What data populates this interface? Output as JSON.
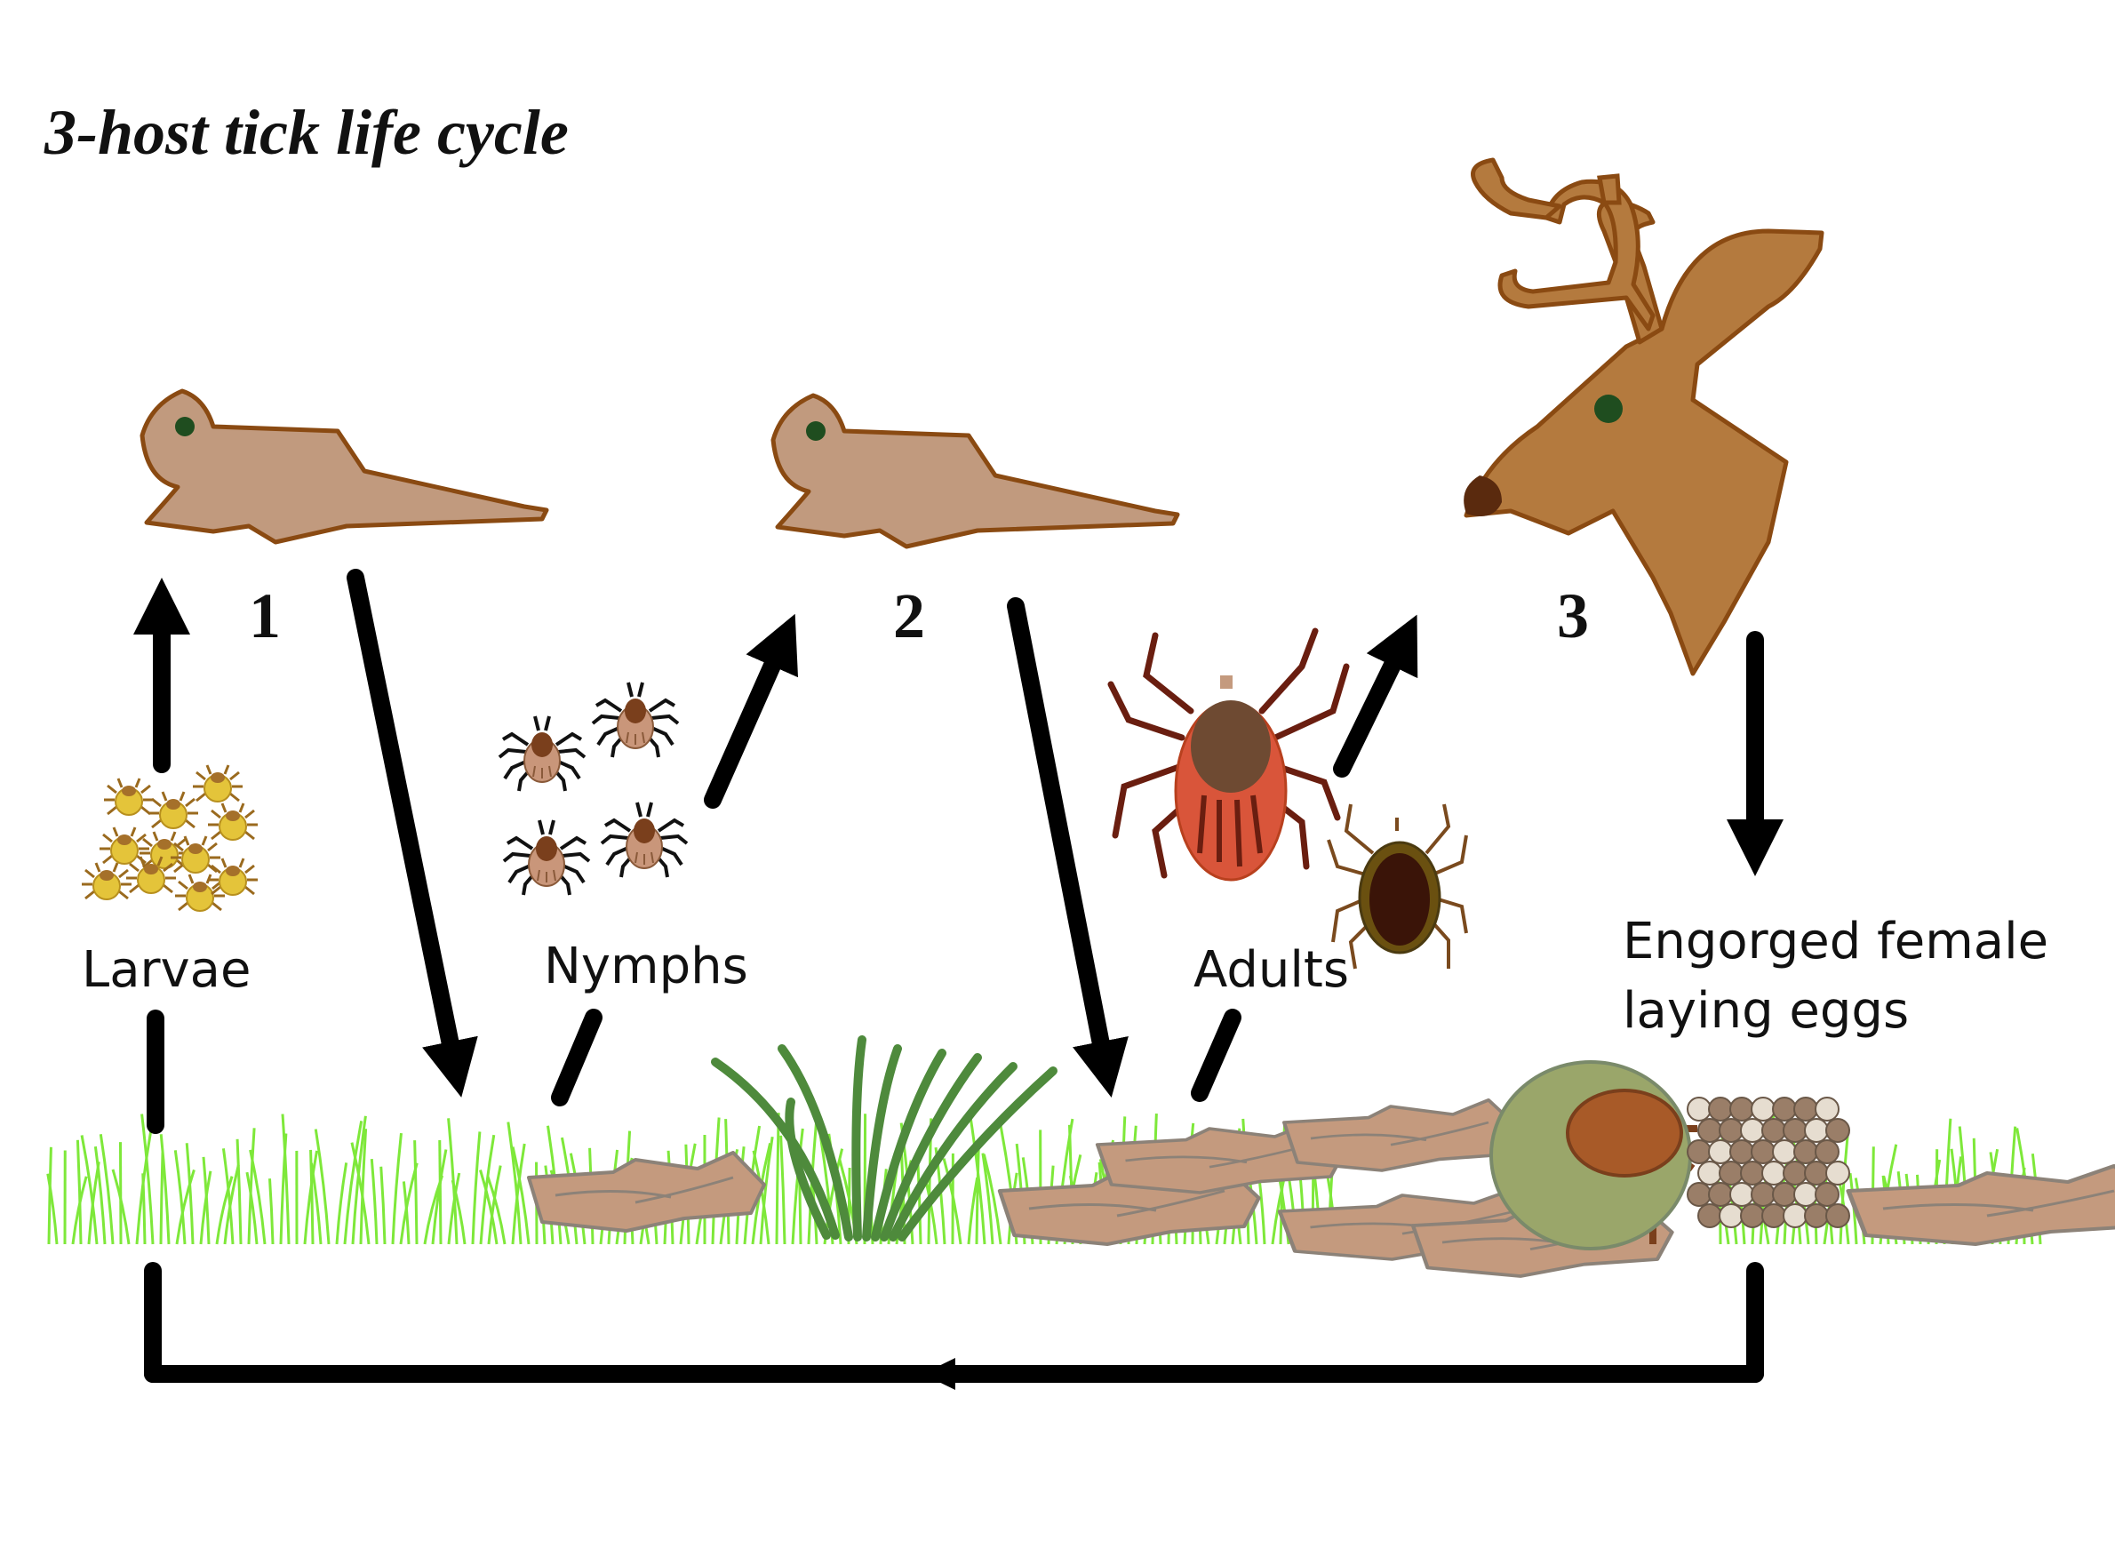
{
  "title": "3-host tick life cycle",
  "hosts": [
    {
      "number": "1",
      "animal": "rodent"
    },
    {
      "number": "2",
      "animal": "rodent"
    },
    {
      "number": "3",
      "animal": "deer"
    }
  ],
  "stages": {
    "larvae": "Larvae",
    "nymphs": "Nymphs",
    "adults": "Adults",
    "engorged_line1": "Engorged female",
    "engorged_line2": "laying eggs"
  },
  "colors": {
    "rodent_fill": "#c19a7e",
    "rodent_outline": "#8a4a12",
    "deer_fill": "#b47a3e",
    "deer_outline": "#8a4a12",
    "eye": "#1f4d1f",
    "larva_fill": "#e4c43a",
    "nymph_fill": "#c9967a",
    "adult_female_fill": "#d9553a",
    "adult_male_fill": "#3a1408",
    "grass": "#7ee83a",
    "tall_grass": "#4e8a3c",
    "leaf_litter": "#c49a7e",
    "engorged_tick": "#9aa66a",
    "eggs": "#9a7e68",
    "arrow": "#000000"
  },
  "icons": [
    "rodent-icon",
    "deer-icon",
    "larva-tick-icon",
    "nymph-tick-icon",
    "adult-female-tick-icon",
    "adult-male-tick-icon",
    "engorged-female-tick-icon",
    "egg-mass-icon",
    "grass-icon",
    "leaf-litter-icon",
    "arrow-icon"
  ]
}
